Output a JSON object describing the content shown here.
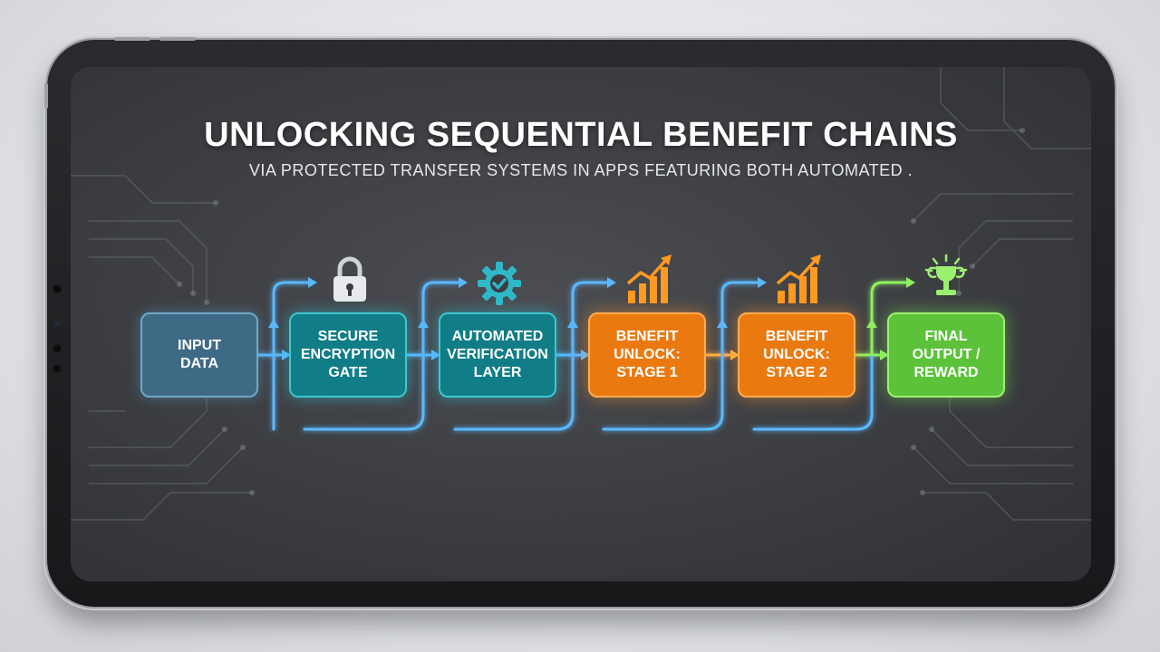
{
  "title": "UNLOCKING SEQUENTIAL BENEFIT CHAINS",
  "subtitle": "VIA PROTECTED TRANSFER SYSTEMS IN APPS FEATURING BOTH AUTOMATED .",
  "steps": [
    {
      "label": "INPUT DATA",
      "lines": [
        "INPUT",
        "DATA"
      ],
      "color": "#3f6a85",
      "icon": "none"
    },
    {
      "label": "SECURE ENCRYPTION GATE",
      "lines": [
        "SECURE",
        "ENCRYPTION",
        "GATE"
      ],
      "color": "#107d87",
      "icon": "padlock-icon"
    },
    {
      "label": "AUTOMATED VERIFICATION LAYER",
      "lines": [
        "AUTOMATED",
        "VERIFICATION",
        "LAYER"
      ],
      "color": "#107d87",
      "icon": "gear-check-icon"
    },
    {
      "label": "BENEFIT UNLOCK: STAGE 1",
      "lines": [
        "BENEFIT",
        "UNLOCK:",
        "STAGE 1"
      ],
      "color": "#ea7a10",
      "icon": "growth-chart-icon"
    },
    {
      "label": "BENEFIT UNLOCK: STAGE 2",
      "lines": [
        "BENEFIT",
        "UNLOCK:",
        "STAGE 2"
      ],
      "color": "#ea7a10",
      "icon": "growth-chart-icon"
    },
    {
      "label": "FINAL OUTPUT / REWARD",
      "lines": [
        "FINAL",
        "OUTPUT /",
        "REWARD"
      ],
      "color": "#5cc23a",
      "icon": "trophy-icon"
    }
  ],
  "colors": {
    "arrow_blue": "#5ab8ff",
    "arrow_orange": "#ffb040",
    "arrow_green": "#8ef060",
    "icon_teal": "#2fb8c8",
    "icon_orange": "#ff9a20",
    "icon_green": "#9cf070"
  }
}
